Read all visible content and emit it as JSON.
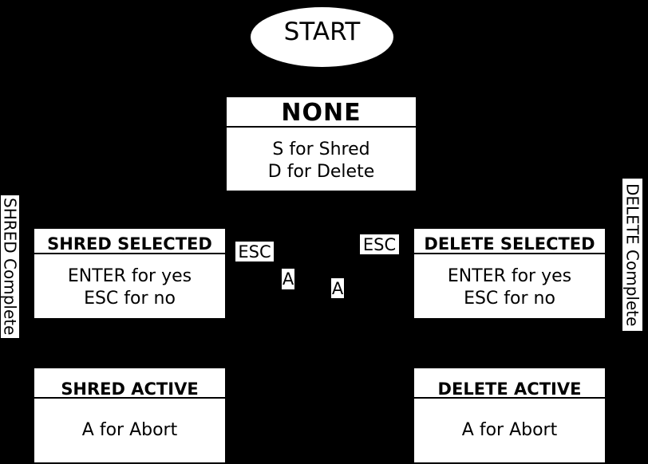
{
  "colors": {
    "background": "#000000",
    "node_fill": "#ffffff",
    "node_text": "#000000"
  },
  "start_label": "START",
  "nodes": {
    "none": {
      "title": "NONE",
      "lines": [
        "S for Shred",
        "D for Delete"
      ]
    },
    "shred_selected": {
      "title": "SHRED SELECTED",
      "lines": [
        "ENTER for yes",
        "ESC for no"
      ]
    },
    "delete_selected": {
      "title": "DELETE SELECTED",
      "lines": [
        "ENTER for yes",
        "ESC for no"
      ]
    },
    "shred_active": {
      "title": "SHRED ACTIVE",
      "lines": [
        "A for Abort"
      ]
    },
    "delete_active": {
      "title": "DELETE ACTIVE",
      "lines": [
        "A for Abort"
      ]
    }
  },
  "edge_labels": {
    "esc_left": "ESC",
    "esc_right": "ESC",
    "abort_left": "A",
    "abort_right": "A"
  },
  "side_labels": {
    "shred_complete": "SHRED Complete",
    "delete_complete": "DELETE Complete"
  }
}
